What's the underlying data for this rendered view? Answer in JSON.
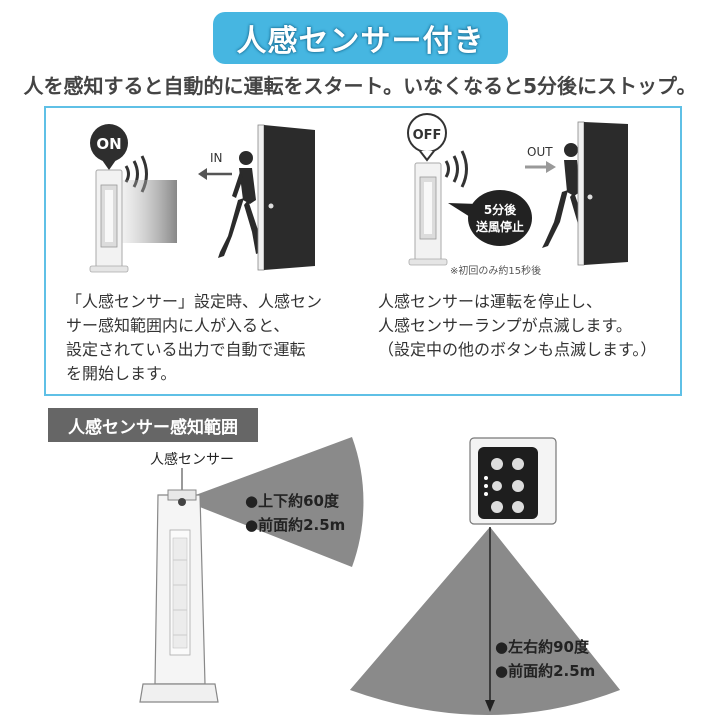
{
  "title": "人感センサー付き",
  "subtitle": "人を感知すると自動的に運転をスタート。いなくなると5分後にストップ。",
  "left_scene": {
    "badge": "ON",
    "direction": "IN",
    "caption": "「人感センサー」設定時、人感セン\nサー感知範囲内に人が入ると、\n設定されている出力で自動で運転\nを開始します。"
  },
  "right_scene": {
    "badge": "OFF",
    "direction": "OUT",
    "bubble_line1": "5分後",
    "bubble_line2": "送風停止",
    "note": "※初回のみ約15秒後",
    "caption": "人感センサーは運転を停止し、\n人感センサーランプが点滅します。\n（設定中の他のボタンも点滅します。）"
  },
  "range_section": {
    "tag": "人感センサー感知範囲",
    "sensor_label": "人感センサー",
    "vertical_angle": "●上下約60度",
    "vertical_distance": "●前面約2.5m",
    "horizontal_angle": "●左右約90度",
    "horizontal_distance": "●前面約2.5m"
  },
  "colors": {
    "accent": "#46b6e1",
    "panel_border": "#5fc0e6",
    "tag_bg": "#666666",
    "cone": "#8a8a8a",
    "door": "#2b2b2b"
  }
}
